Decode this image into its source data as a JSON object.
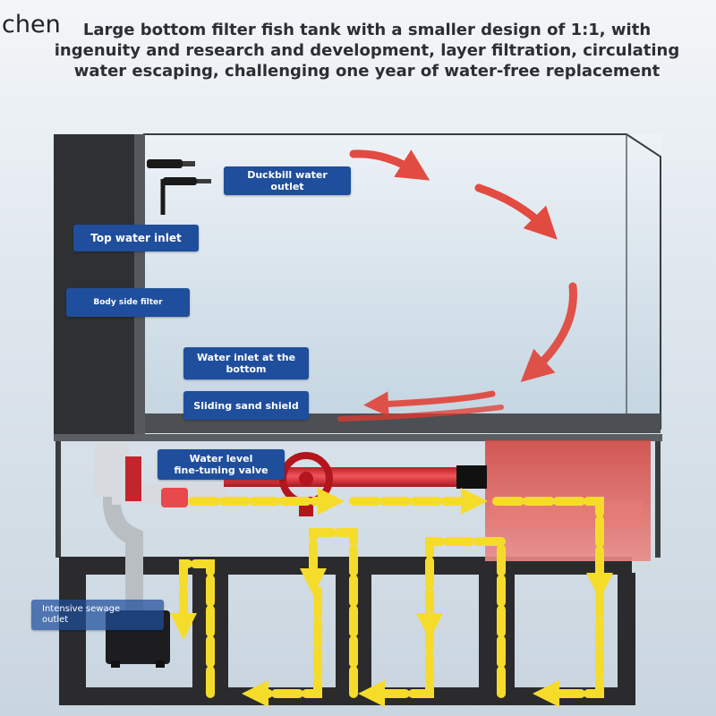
{
  "watermark": "chen",
  "headline": {
    "line1": "Large bottom filter fish tank with a smaller design of 1:1, with",
    "line2": "ingenuity and research and development, layer filtration, circulating",
    "line3": "water escaping, challenging one year of water-free replacement"
  },
  "labels": {
    "duckbill_outlet_1": "Duckbill water",
    "duckbill_outlet_2": "outlet",
    "top_inlet": "Top water inlet",
    "body_side_filter": "Body side filter",
    "bottom_inlet_1": "Water inlet at the",
    "bottom_inlet_2": "bottom",
    "sand_shield": "Sliding sand shield",
    "level_valve_1": "Water level",
    "level_valve_2": "fine-tuning valve",
    "sewage_outlet_1": "Intensive sewage",
    "sewage_outlet_2": "outlet"
  },
  "colors": {
    "callout": "#1f4e9c",
    "flow_arrow": "#e23a2e",
    "water_path": "#f6dc2a",
    "cabinet": "#2b2b2d",
    "filter_box": "#c8403c",
    "pipe_red": "#d8343a"
  }
}
